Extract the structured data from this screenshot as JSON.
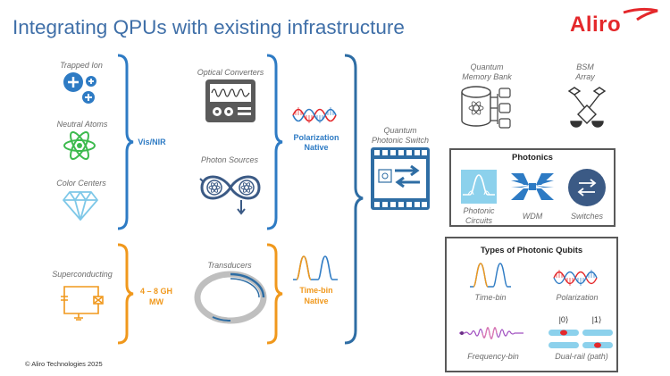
{
  "title": "Integrating QPUs with existing infrastructure",
  "brand": {
    "name": "Aliro",
    "color": "#e4282b"
  },
  "colors": {
    "blue": "#2e7bc4",
    "orange": "#f0981c",
    "title": "#3f6fa8",
    "gray": "#595959",
    "red": "#e4282b"
  },
  "qubit_sources": {
    "visible": [
      {
        "label": "Trapped Ion",
        "icon": "trapped-ion-icon"
      },
      {
        "label": "Neutral Atoms",
        "icon": "atom-icon"
      },
      {
        "label": "Color Centers",
        "icon": "diamond-icon"
      }
    ],
    "visible_group_label": "Vis/NIR",
    "microwave": [
      {
        "label": "Superconducting",
        "icon": "superconducting-circuit-icon"
      }
    ],
    "microwave_group_label": [
      "4 – 8 GH",
      "MW"
    ]
  },
  "converters": {
    "optical_converters": "Optical Converters",
    "photon_sources": "Photon Sources",
    "transducers": "Transducers"
  },
  "encodings": {
    "polarization": [
      "Polarization",
      "Native"
    ],
    "timebin": [
      "Time-bin",
      "Native"
    ]
  },
  "switch": {
    "label": [
      "Quantum",
      "Photonic Switch"
    ]
  },
  "network_elements": [
    {
      "label": [
        "Quantum",
        "Memory Bank"
      ],
      "icon": "memory-bank-icon"
    },
    {
      "label": [
        "BSM",
        "Array"
      ],
      "icon": "bsm-array-icon"
    }
  ],
  "photonics_box": {
    "title": "Photonics",
    "items": [
      {
        "label": [
          "Photonic",
          "Circuits"
        ],
        "icon": "photonic-circuit-icon"
      },
      {
        "label": [
          "WDM"
        ],
        "icon": "wdm-icon"
      },
      {
        "label": [
          "Switches"
        ],
        "icon": "switch-arrows-icon"
      }
    ]
  },
  "qubits_box": {
    "title": "Types of Photonic Qubits",
    "items": [
      {
        "label": "Time-bin",
        "icon": "timebin-icon"
      },
      {
        "label": "Polarization",
        "icon": "polarization-icon"
      },
      {
        "label": "Frequency-bin",
        "icon": "frequency-bin-icon"
      },
      {
        "label": "Dual-rail (path)",
        "icon": "dual-rail-icon"
      }
    ],
    "dual_rail_states": [
      "|0⟩",
      "|1⟩"
    ]
  },
  "copyright": "© Aliro Technologies 2025"
}
